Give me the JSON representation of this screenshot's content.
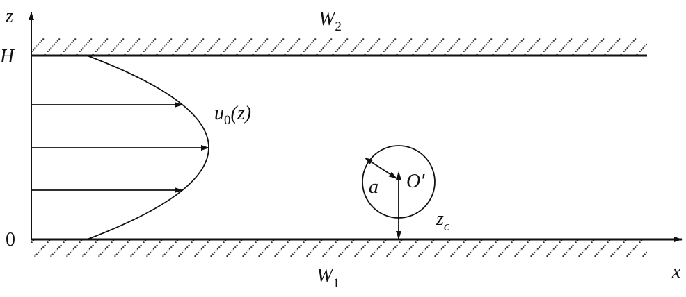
{
  "labels": {
    "z_axis": "z",
    "x_axis": "x",
    "top": "H",
    "origin": "0",
    "top_wall": {
      "main": "W",
      "sub": "2"
    },
    "bottom_wall": {
      "main": "W",
      "sub": "1"
    },
    "velocity": {
      "main": "u",
      "sub": "0",
      "arg": "(z)"
    },
    "radius": "a",
    "center": "O′",
    "height": {
      "main": "z",
      "sub": "c"
    }
  }
}
